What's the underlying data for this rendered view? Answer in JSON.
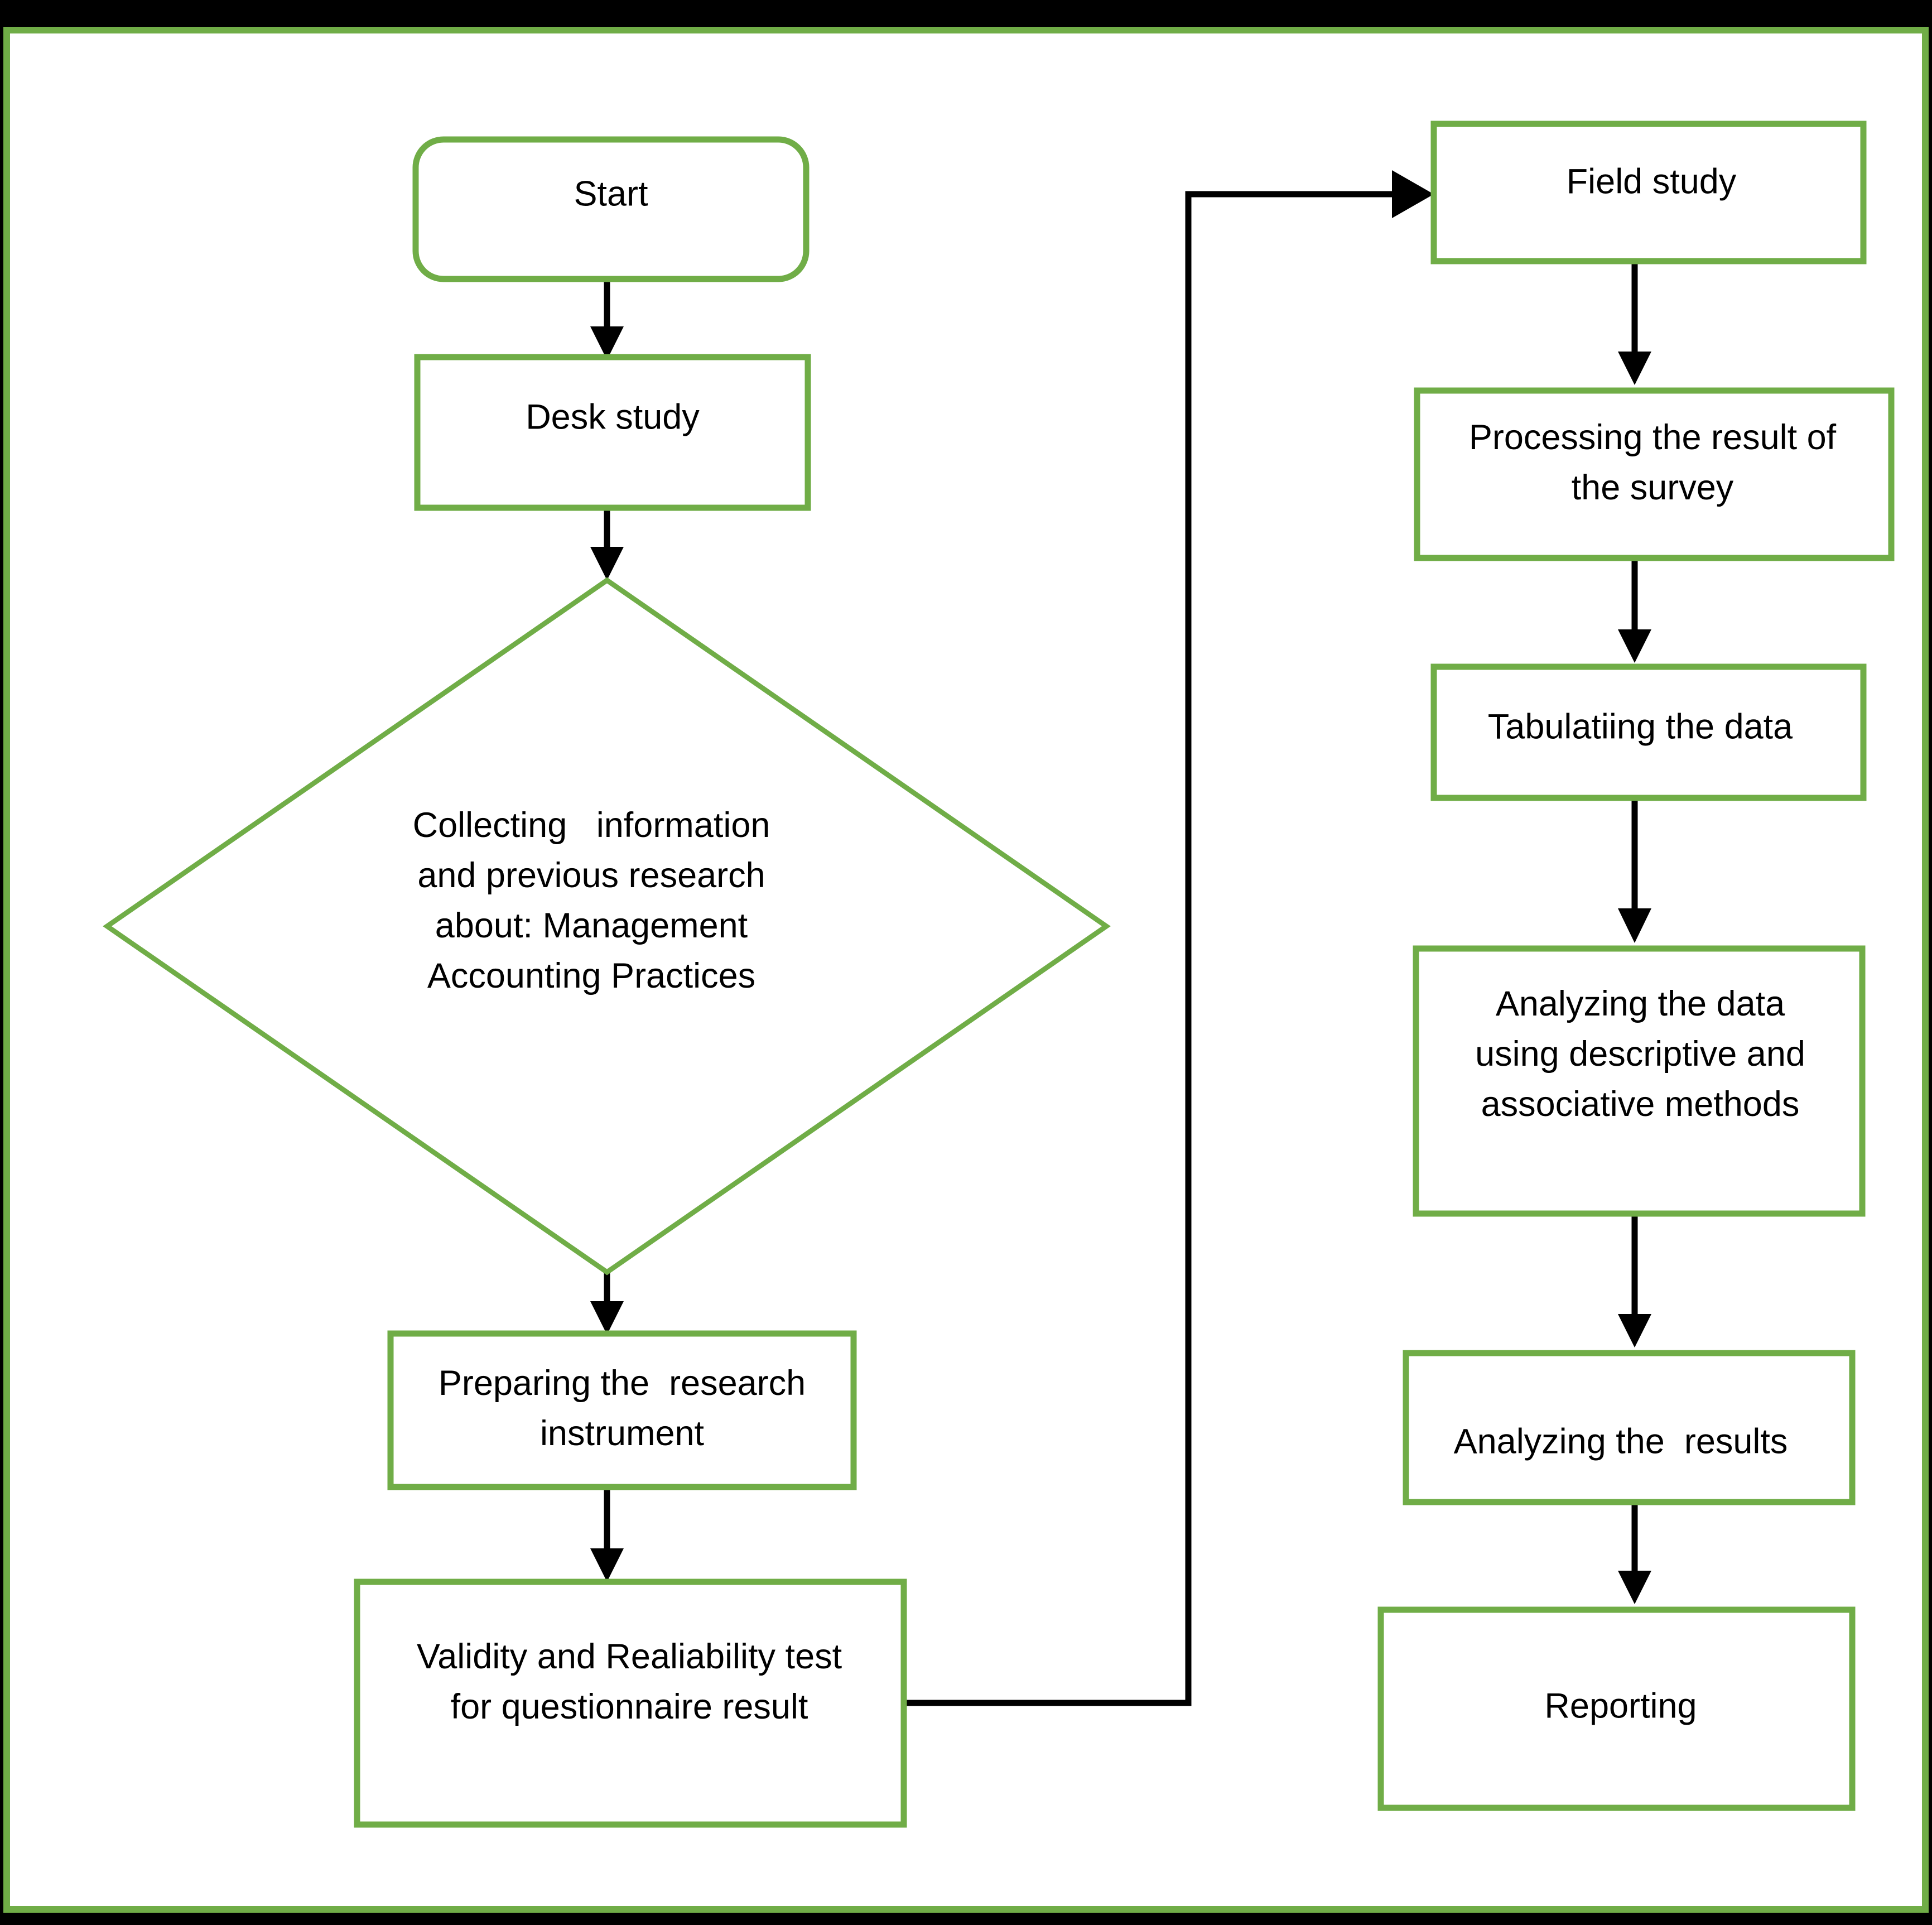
{
  "diagram": {
    "title": "Research methodology flowchart",
    "colors": {
      "node_border": "#70AD47",
      "node_fill": "#FFFFFF",
      "edge": "#000000",
      "frame": "#70AD47",
      "backdrop": "#000000",
      "text": "#000000"
    },
    "nodes": [
      {
        "id": "start",
        "shape": "rounded-rectangle",
        "lines": [
          "Start"
        ]
      },
      {
        "id": "desk-study",
        "shape": "rectangle",
        "lines": [
          "Desk study"
        ]
      },
      {
        "id": "collecting-information",
        "shape": "diamond",
        "lines": [
          "Collecting   information",
          "and previous research",
          "about: Management",
          "Accounting Practices"
        ]
      },
      {
        "id": "preparing-research-instrument",
        "shape": "rectangle",
        "lines": [
          "Preparing the  research",
          "instrument"
        ]
      },
      {
        "id": "validity-reliability-test",
        "shape": "rectangle",
        "lines": [
          "Validity and Realiability test",
          "for questionnaire result"
        ]
      },
      {
        "id": "field-study",
        "shape": "rectangle",
        "lines": [
          "Field study"
        ]
      },
      {
        "id": "processing-survey-result",
        "shape": "rectangle",
        "lines": [
          "Processing the result of",
          "the survey"
        ]
      },
      {
        "id": "tabulating-data",
        "shape": "rectangle",
        "lines": [
          "Tabulatiing the data"
        ]
      },
      {
        "id": "analyzing-data",
        "shape": "rectangle",
        "lines": [
          "Analyzing the data",
          "using descriptive and",
          "associative methods"
        ]
      },
      {
        "id": "analyzing-results",
        "shape": "rectangle",
        "lines": [
          "Analyzing the  results"
        ]
      },
      {
        "id": "reporting",
        "shape": "rectangle",
        "lines": [
          "Reporting"
        ]
      }
    ],
    "edges": [
      {
        "id": "start-to-desk-study",
        "from": "start",
        "to": "desk-study",
        "arrow": true
      },
      {
        "id": "desk-study-to-collecting",
        "from": "desk-study",
        "to": "collecting-information",
        "arrow": true
      },
      {
        "id": "collecting-to-preparing",
        "from": "collecting-information",
        "to": "preparing-research-instrument",
        "arrow": true
      },
      {
        "id": "preparing-to-validity",
        "from": "preparing-research-instrument",
        "to": "validity-reliability-test",
        "arrow": true
      },
      {
        "id": "validity-to-field-study",
        "from": "validity-reliability-test",
        "to": "field-study",
        "arrow": true
      },
      {
        "id": "field-study-to-processing",
        "from": "field-study",
        "to": "processing-survey-result",
        "arrow": true
      },
      {
        "id": "processing-to-tabulating",
        "from": "processing-survey-result",
        "to": "tabulating-data",
        "arrow": true
      },
      {
        "id": "tabulating-to-analyzing-data",
        "from": "tabulating-data",
        "to": "analyzing-data",
        "arrow": true
      },
      {
        "id": "analyzing-data-to-analyzing-results",
        "from": "analyzing-data",
        "to": "analyzing-results",
        "arrow": true
      },
      {
        "id": "analyzing-results-to-reporting",
        "from": "analyzing-results",
        "to": "reporting",
        "arrow": true
      }
    ]
  },
  "labels": {
    "start": "Start",
    "desk_study": "Desk study",
    "collecting_l1": "Collecting   information",
    "collecting_l2": "and previous research",
    "collecting_l3": "about: Management",
    "collecting_l4": "Accounting Practices",
    "preparing_l1": "Preparing the  research",
    "preparing_l2": "instrument",
    "validity_l1": "Validity and Realiability test",
    "validity_l2": "for questionnaire result",
    "field_study": "Field study",
    "processing_l1": "Processing the result of",
    "processing_l2": "the survey",
    "tabulating": "Tabulatiing the data",
    "analyzing_data_l1": "Analyzing the data",
    "analyzing_data_l2": "using descriptive and",
    "analyzing_data_l3": "associative methods",
    "analyzing_results": "Analyzing the  results",
    "reporting": "Reporting"
  }
}
